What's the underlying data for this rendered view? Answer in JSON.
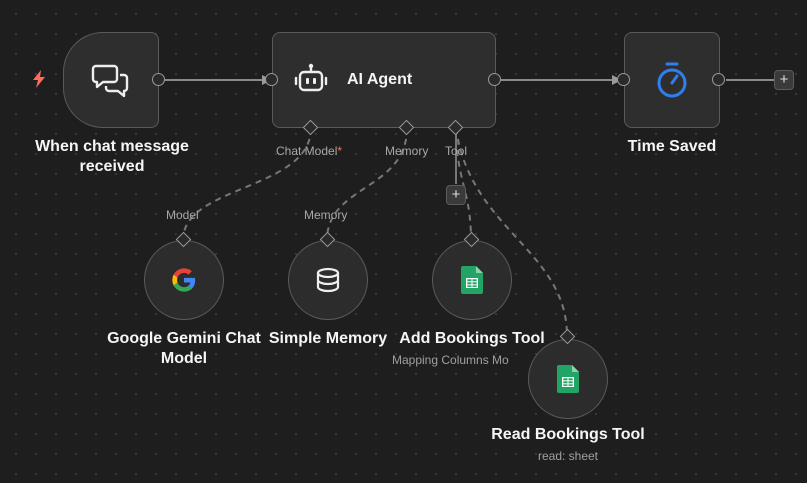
{
  "nodes": {
    "trigger": {
      "title": "When chat message received",
      "title_line1": "When chat message",
      "title_line2": "received"
    },
    "agent": {
      "title": "AI Agent",
      "ports": {
        "chat_model": "Chat Model",
        "required_mark": "*",
        "memory": "Memory",
        "tool": "Tool"
      }
    },
    "time_saved": {
      "title": "Time Saved"
    },
    "gemini": {
      "title_line1": "Google Gemini Chat",
      "title_line2": "Model",
      "port_label": "Model"
    },
    "memory": {
      "title": "Simple Memory",
      "port_label": "Memory"
    },
    "add_bookings": {
      "title": "Add Bookings Tool",
      "subtitle": "Mapping Columns Mo"
    },
    "read_bookings": {
      "title": "Read Bookings Tool",
      "subtitle": "read: sheet"
    }
  },
  "buttons": {
    "add_tool": "+",
    "add_next": "+"
  },
  "icons": {
    "trigger_marker": "lightning-icon",
    "trigger": "chat-bubbles-icon",
    "agent": "robot-icon",
    "time_saved": "stopwatch-icon",
    "gemini": "google-g-icon",
    "memory": "database-icon",
    "sheets": "google-sheets-icon"
  },
  "colors": {
    "background": "#1e1e1e",
    "node_fill": "#2e2e2e",
    "node_border": "#5a5a5a",
    "trigger_accent": "#ff6d5a",
    "timer_blue": "#2f7ff0",
    "sheets_green": "#21a464",
    "required": "#ff6d5a"
  }
}
